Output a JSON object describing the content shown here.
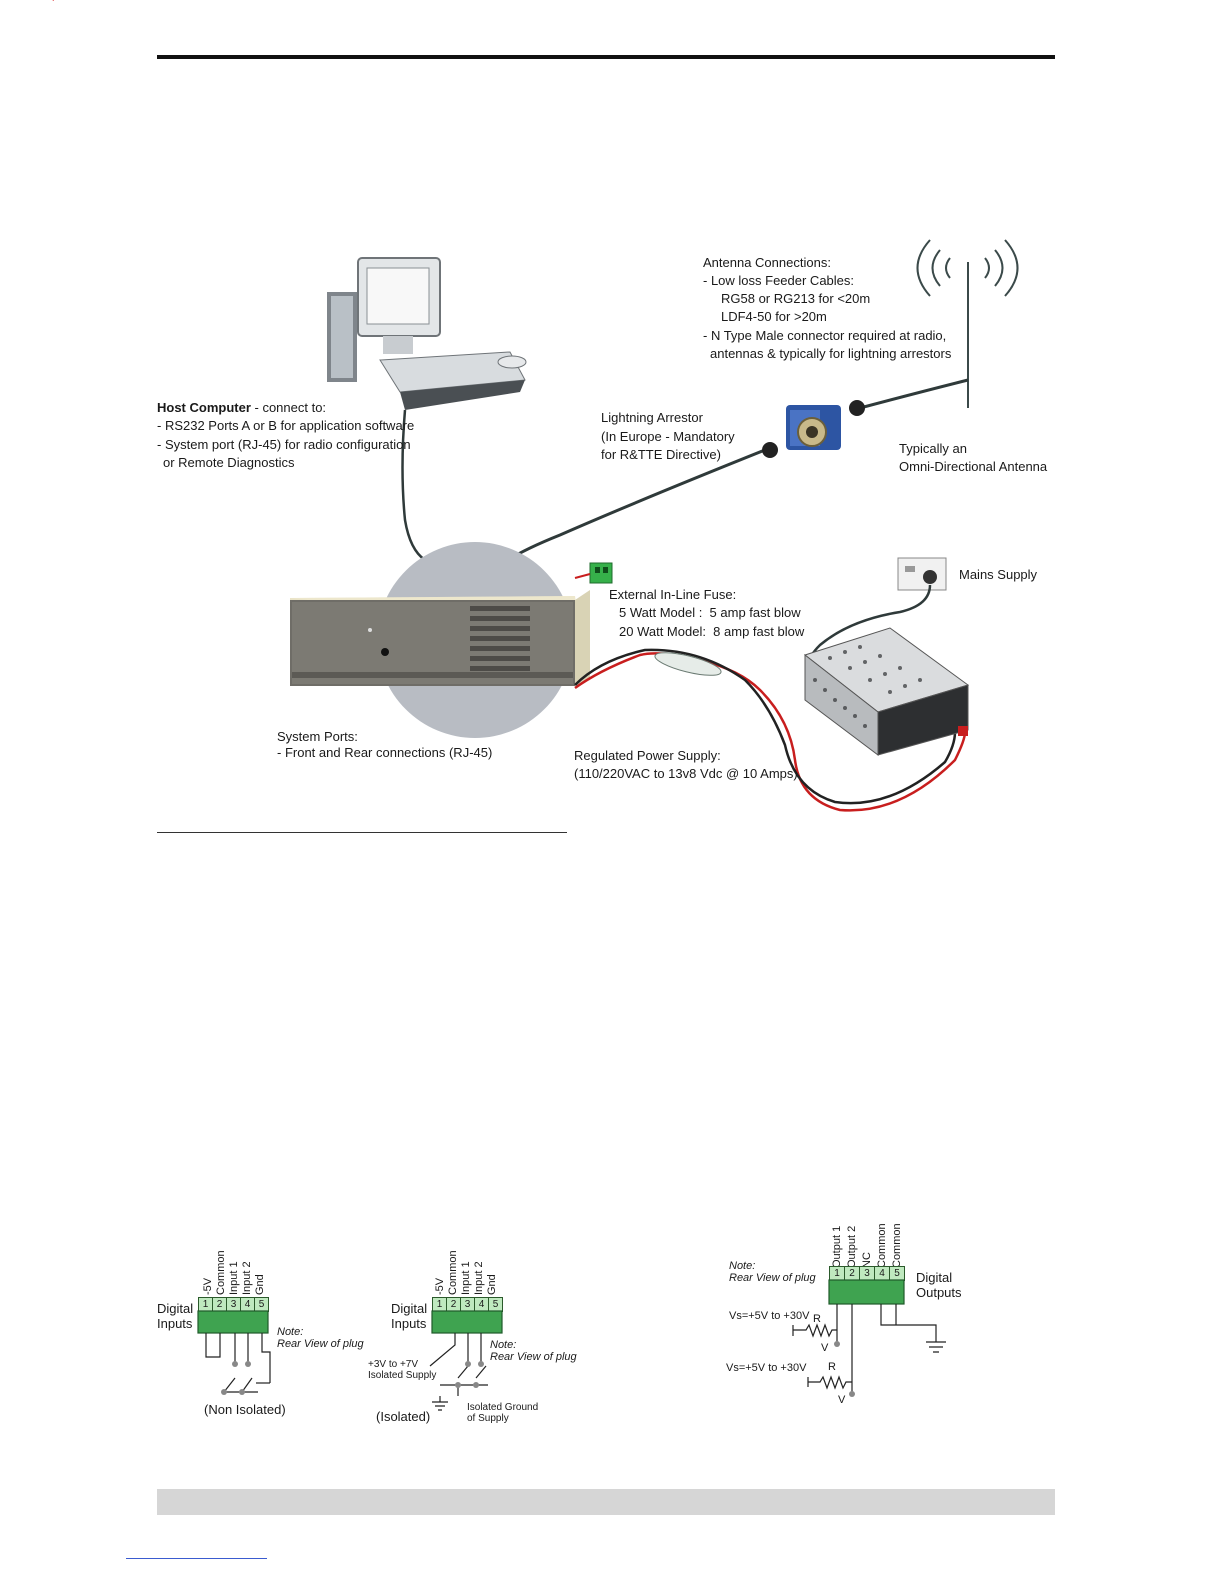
{
  "corner_mark": "'",
  "header_text": "",
  "diagram": {
    "antenna_title": "Antenna Connections:",
    "antenna_line1": "- Low loss Feeder Cables:",
    "antenna_line2": "RG58 or RG213 for <20m",
    "antenna_line3": "LDF4-50 for >20m",
    "antenna_line4": "- N Type Male connector required at radio,",
    "antenna_line5": "antennas & typically for lightning arrestors",
    "host_bold": "Host Computer",
    "host_rest": " - connect to:",
    "host_line1": "- RS232 Ports A or B for application software",
    "host_line2": "- System port (RJ-45) for radio configuration",
    "host_line3": "or Remote Diagnostics",
    "lightning_line1": "Lightning Arrestor",
    "lightning_line2": "(In Europe - Mandatory",
    "lightning_line3": "for R&TTE Directive)",
    "omni_line1": "Typically an",
    "omni_line2": "Omni-Directional Antenna",
    "mains": "Mains Supply",
    "fuse_title": "External In-Line Fuse:",
    "fuse_line1": "5 Watt Model :  5 amp fast blow",
    "fuse_line2": "20 Watt Model:  8 amp fast blow",
    "system_ports_title": "System Ports:",
    "system_ports_line1": "- Front and Rear connections (RJ-45)",
    "psu_title": "Regulated Power Supply:",
    "psu_line1": "(110/220VAC to 13v8 Vdc @ 10 Amps)"
  },
  "inputs_non_isolated": {
    "label_line1": "Digital",
    "label_line2": "Inputs",
    "pins": [
      "-5V",
      "Common",
      "Input 1",
      "Input 2",
      "Gnd"
    ],
    "pin_numbers": [
      "1",
      "2",
      "3",
      "4",
      "5"
    ],
    "note_line1": "Note:",
    "note_line2": "Rear View of plug",
    "caption": "(Non Isolated)"
  },
  "inputs_isolated": {
    "label_line1": "Digital",
    "label_line2": "Inputs",
    "pins": [
      "-5V",
      "Common",
      "Input 1",
      "Input 2",
      "Gnd"
    ],
    "pin_numbers": [
      "1",
      "2",
      "3",
      "4",
      "5"
    ],
    "note_line1": "Note:",
    "note_line2": "Rear View of plug",
    "supply_line1": "+3V to +7V",
    "supply_line2": "Isolated Supply",
    "ground_line1": "Isolated Ground",
    "ground_line2": "of Supply",
    "caption": "(Isolated)"
  },
  "outputs": {
    "label_line1": "Digital",
    "label_line2": "Outputs",
    "pins": [
      "Output 1",
      "Output 2",
      "NC",
      "Common",
      "Common"
    ],
    "pin_numbers": [
      "1",
      "2",
      "3",
      "4",
      "5"
    ],
    "note_line1": "Note:",
    "note_line2": "Rear View of plug",
    "vs1": "Vs=+5V to +30V",
    "vs2": "Vs=+5V to +30V",
    "r1": "R",
    "r2": "R",
    "v1": "V",
    "v2": "V"
  },
  "colors": {
    "rule": "#111111",
    "footer_bar": "#d6d6d6",
    "terminal_green": "#bfe9bf",
    "cable": "#2f3a3a",
    "red_wire": "#c81e1e"
  }
}
